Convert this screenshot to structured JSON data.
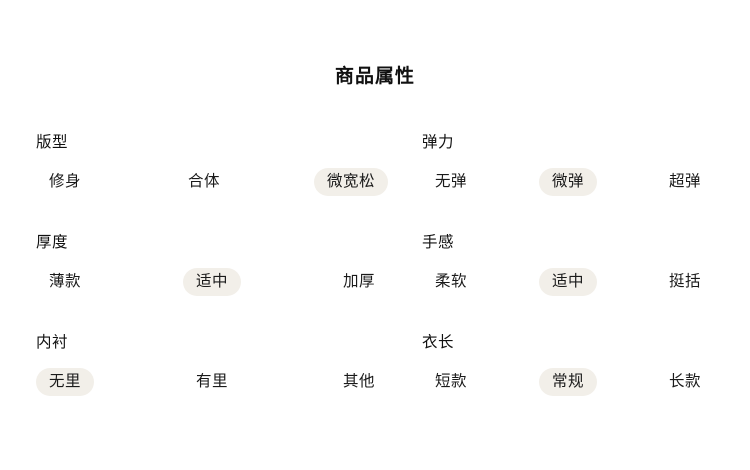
{
  "page": {
    "title": "商品属性",
    "background_color": "#ffffff",
    "selected_pill_color": "#f2efe9",
    "text_color": "#1a1a1a"
  },
  "attributes": [
    {
      "name": "版型",
      "options": [
        {
          "label": "修身",
          "selected": false
        },
        {
          "label": "合体",
          "selected": false
        },
        {
          "label": "微宽松",
          "selected": true
        }
      ]
    },
    {
      "name": "弹力",
      "options": [
        {
          "label": "无弹",
          "selected": false
        },
        {
          "label": "微弹",
          "selected": true
        },
        {
          "label": "超弹",
          "selected": false
        }
      ]
    },
    {
      "name": "厚度",
      "options": [
        {
          "label": "薄款",
          "selected": false
        },
        {
          "label": "适中",
          "selected": true
        },
        {
          "label": "加厚",
          "selected": false
        }
      ]
    },
    {
      "name": "手感",
      "options": [
        {
          "label": "柔软",
          "selected": false
        },
        {
          "label": "适中",
          "selected": true
        },
        {
          "label": "挺括",
          "selected": false
        }
      ]
    },
    {
      "name": "内衬",
      "options": [
        {
          "label": "无里",
          "selected": true
        },
        {
          "label": "有里",
          "selected": false
        },
        {
          "label": "其他",
          "selected": false
        }
      ]
    },
    {
      "name": "衣长",
      "options": [
        {
          "label": "短款",
          "selected": false
        },
        {
          "label": "常规",
          "selected": false
        },
        {
          "label": "长款",
          "selected": false
        }
      ]
    }
  ]
}
